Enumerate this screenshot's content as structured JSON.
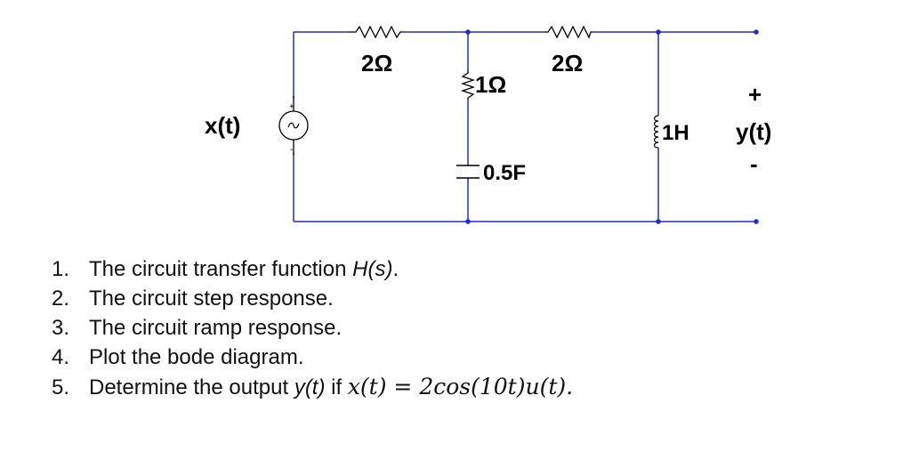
{
  "circuit": {
    "source_label": "x(t)",
    "output_label": "y(t)",
    "output_plus": "+",
    "output_minus": "-",
    "source_plus": "+",
    "source_minus": "-",
    "source_symbol": "~",
    "r1_label": "2Ω",
    "r2_label": "1Ω",
    "r3_label": "2Ω",
    "cap_label": "0.5F",
    "ind_label": "1H",
    "wire_color": "#1f2fc8",
    "node_color": "#1f2fc8",
    "component_color": "#000000"
  },
  "questions": {
    "items": [
      {
        "num": "1.",
        "text": "The circuit transfer function ",
        "em": "H(s)",
        "tail": "."
      },
      {
        "num": "2.",
        "text": "The circuit step response."
      },
      {
        "num": "3.",
        "text": "The circuit ramp response."
      },
      {
        "num": "4.",
        "text": "Plot the bode diagram."
      },
      {
        "num": "5.",
        "text": "Determine the output ",
        "em": "y(t)",
        "mid": " if ",
        "math_lhs": "x(t)",
        "math_eq": " = ",
        "math_rhs": "2cos(10t)u(t)",
        "tail": "."
      }
    ]
  }
}
